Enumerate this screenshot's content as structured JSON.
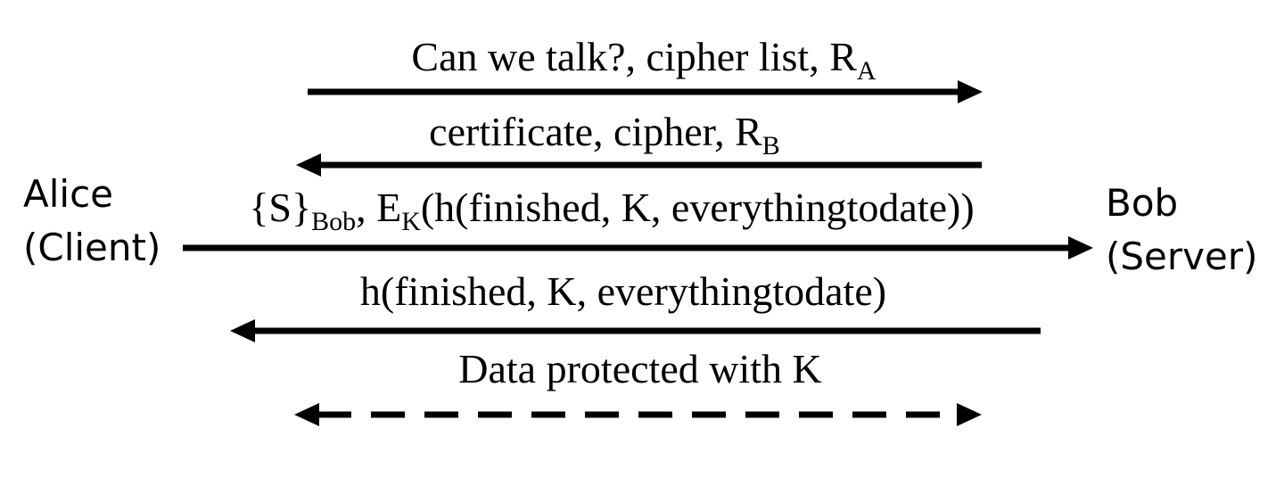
{
  "parties": {
    "client": {
      "name": "Alice",
      "role": "(Client)"
    },
    "server": {
      "name": "Bob",
      "role": "(Server)"
    }
  },
  "messages": [
    {
      "direction": "to-server",
      "style": "solid",
      "parts": [
        {
          "text": "Can we talk?, cipher list, R"
        },
        {
          "text": "A",
          "sub": true
        }
      ]
    },
    {
      "direction": "to-client",
      "style": "solid",
      "parts": [
        {
          "text": "certificate, cipher, R"
        },
        {
          "text": "B",
          "sub": true
        }
      ]
    },
    {
      "direction": "to-server",
      "style": "solid",
      "parts": [
        {
          "text": "{S}"
        },
        {
          "text": "Bob",
          "sub": true
        },
        {
          "text": ", E"
        },
        {
          "text": "K",
          "sub": true
        },
        {
          "text": "(h(finished, K, everythingtodate))"
        }
      ]
    },
    {
      "direction": "to-client",
      "style": "solid",
      "parts": [
        {
          "text": "h(finished, K, everythingtodate)"
        }
      ]
    },
    {
      "direction": "both",
      "style": "dashed",
      "parts": [
        {
          "text": "Data protected with K"
        }
      ]
    }
  ],
  "colors": {
    "ink": "#000000",
    "background": "#ffffff"
  }
}
